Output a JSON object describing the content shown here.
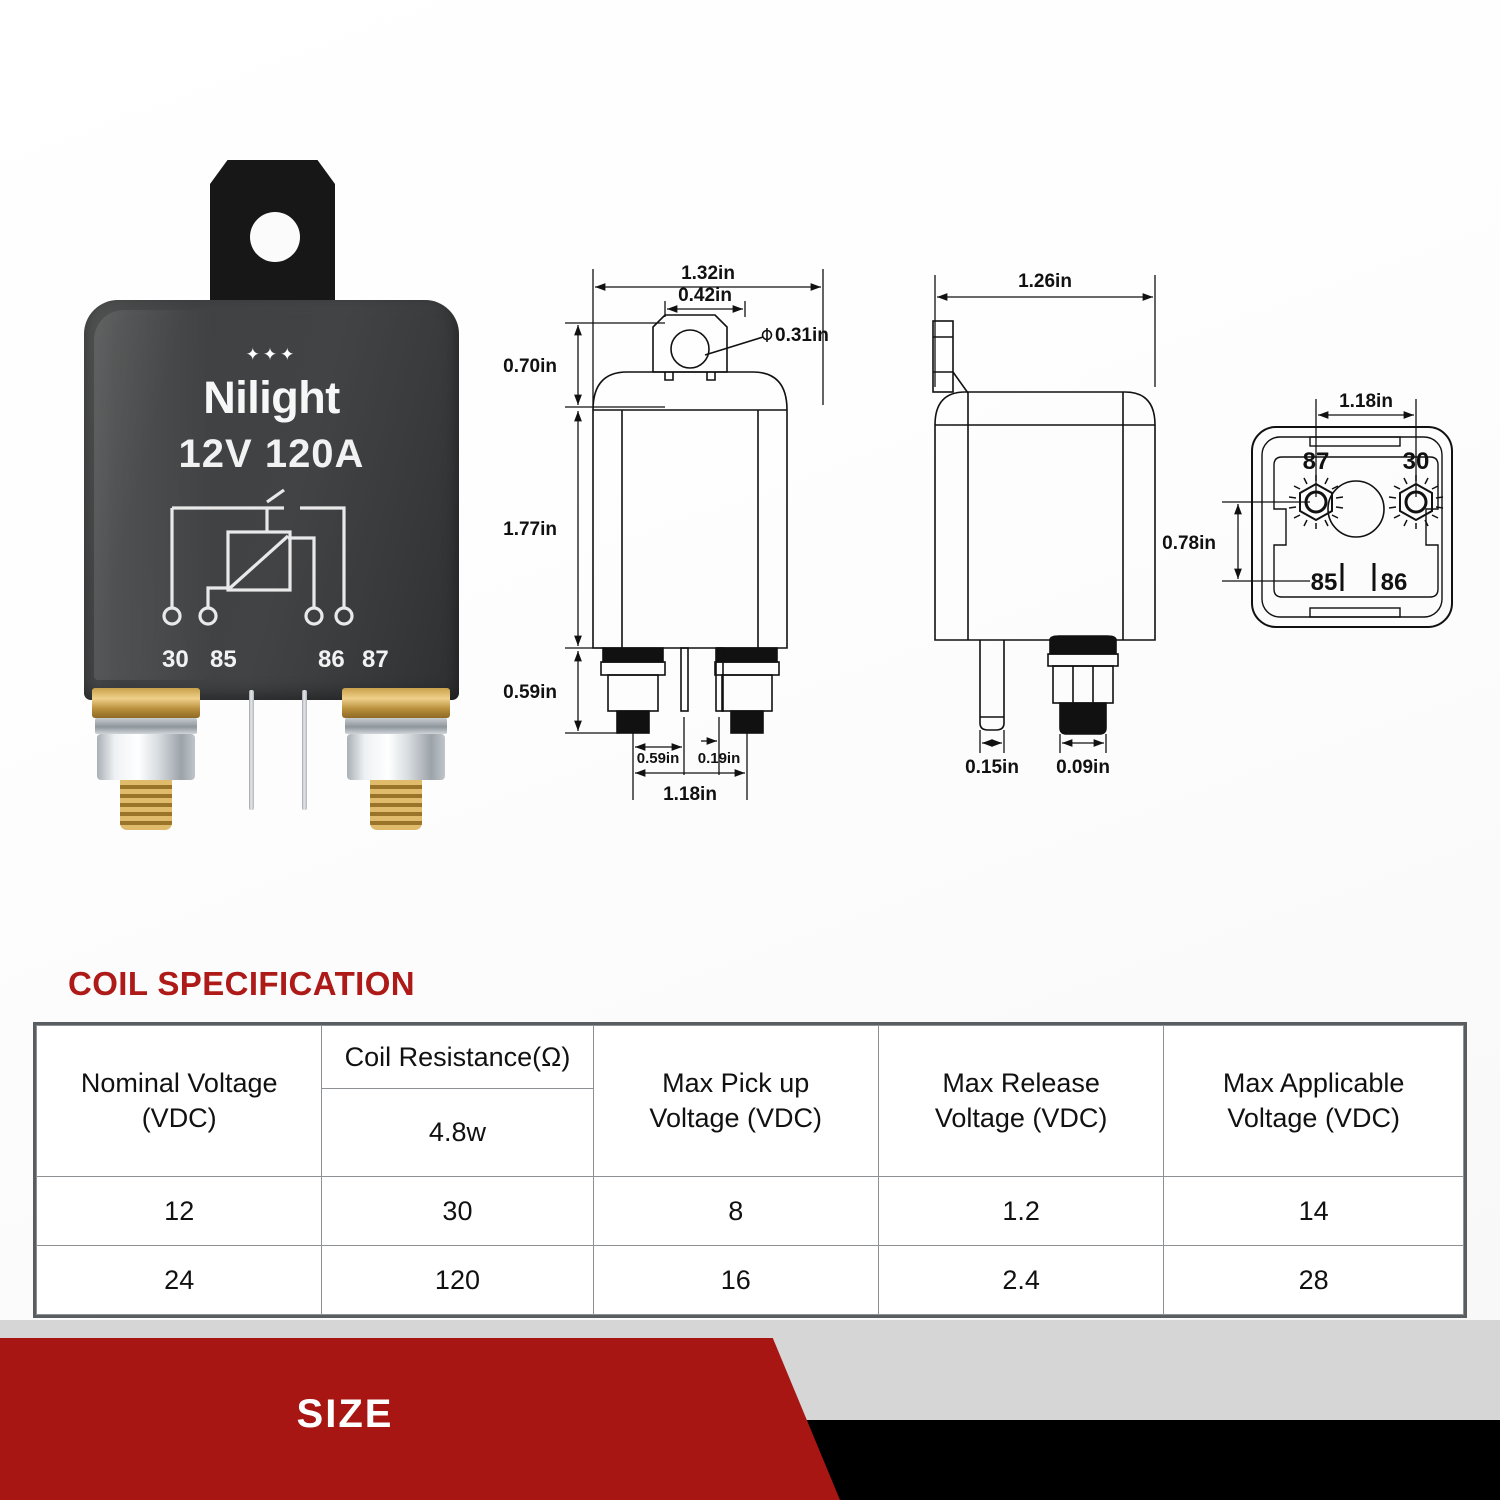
{
  "product": {
    "brand": "Nilight",
    "rating": "12V  120A",
    "sparkles": "✦✦✦",
    "pin_labels": [
      "30",
      "85",
      "86",
      "87"
    ]
  },
  "drawings": {
    "front_view": {
      "name": "front-view",
      "dims": {
        "overall_width": "1.32in",
        "bracket_width": "0.42in",
        "hole_diameter": "0.31in",
        "hole_diameter_symbol": "φ",
        "bracket_height": "0.70in",
        "body_height": "1.77in",
        "terminal_height": "0.59in",
        "stud_to_pin": "0.59in",
        "pin_gap": "0.19in",
        "stud_spacing": "1.18in"
      }
    },
    "side_view": {
      "name": "side-view",
      "dims": {
        "overall_depth": "1.26in",
        "pin_width": "0.15in",
        "stud_width": "0.09in"
      }
    },
    "bottom_view": {
      "name": "bottom-view",
      "dims": {
        "stud_spacing": "1.18in",
        "stud_to_blade": "0.78in"
      },
      "terminals": [
        "87",
        "30",
        "85",
        "86"
      ]
    }
  },
  "coil_spec": {
    "title": "COIL SPECIFICATION",
    "headers": [
      "Nominal Voltage\n(VDC)",
      "Coil Resistance(Ω)",
      "Max Pick up\nVoltage (VDC)",
      "Max Release\nVoltage (VDC)",
      "Max Applicable\nVoltage (VDC)"
    ],
    "header_nominal_l1": "Nominal Voltage",
    "header_nominal_l2": "(VDC)",
    "header_resistance": "Coil Resistance(Ω)",
    "header_resistance_sub": "4.8w",
    "header_pickup_l1": "Max Pick up",
    "header_pickup_l2": "Voltage (VDC)",
    "header_release_l1": "Max Release",
    "header_release_l2": "Voltage (VDC)",
    "header_applicable_l1": "Max Applicable",
    "header_applicable_l2": "Voltage (VDC)",
    "rows": [
      {
        "nominal_voltage": "12",
        "coil_resistance": "30",
        "max_pickup": "8",
        "max_release": "1.2",
        "max_applicable": "14"
      },
      {
        "nominal_voltage": "24",
        "coil_resistance": "120",
        "max_pickup": "16",
        "max_release": "2.4",
        "max_applicable": "28"
      }
    ]
  },
  "footer": {
    "banner_label": "SIZE"
  },
  "colors": {
    "accent_red": "#A81613",
    "title_red": "#AD1A18",
    "banner_black": "#000000",
    "grey_band": "#D6D6D6"
  }
}
